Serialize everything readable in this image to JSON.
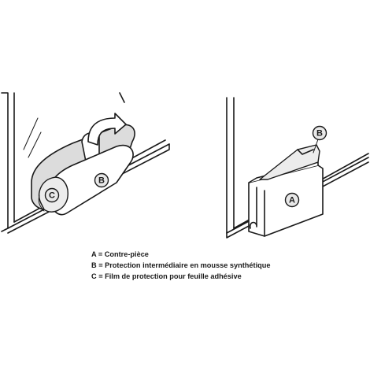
{
  "callouts": {
    "left_c": "C",
    "left_b": "B",
    "right_b": "B",
    "right_a": "A"
  },
  "legend": [
    {
      "text": "A = Contre-pièce"
    },
    {
      "text": "B = Protection intermédiaire en mousse synthétique"
    },
    {
      "text": "C = Film de protection pour feuille adhésive"
    }
  ],
  "colors": {
    "stroke": "#1a1a1a",
    "part_fill": "#dcdcdc",
    "background": "#ffffff"
  }
}
